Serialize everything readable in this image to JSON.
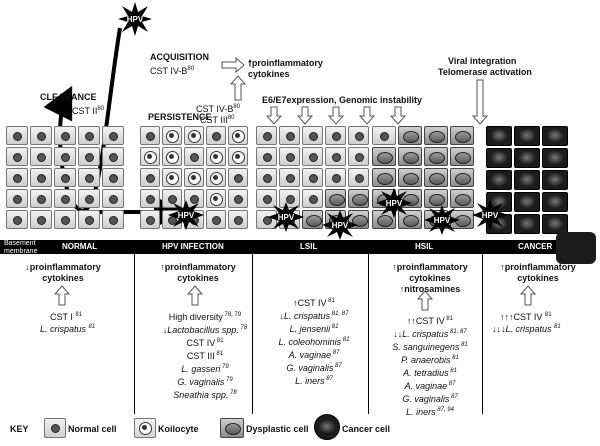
{
  "labels": {
    "hpv": "HPV",
    "acquisition": "ACQUISITION",
    "acq_cst": "CST IV-B",
    "acq_ref": "80",
    "acq_result": "proinflammatory cytokines",
    "clearance": "CLEARANCE",
    "clearance_cst": "CST II",
    "clearance_ref": "80",
    "persistence": "PERSISTENCE",
    "persist_cst1": "CST IV-B",
    "persist_ref1": "80",
    "persist_cst2": "CST III",
    "persist_ref2": "80",
    "e6e7": "E6/E7expression, Genomic instability",
    "viral_integration": "Viral integration",
    "telomerase": "Telomerase activation",
    "basement": "Basement membrane"
  },
  "sections": [
    {
      "name": "NORMAL"
    },
    {
      "name": "HPV INFECTION"
    },
    {
      "name": "LSIL"
    },
    {
      "name": "HSIL"
    },
    {
      "name": "CANCER"
    }
  ],
  "bottom": {
    "normal": {
      "cytokines": "proinflammatory cytokines",
      "l1": "CST I",
      "r1": "81",
      "l2": "L. crispatus",
      "r2": "81"
    },
    "infection": {
      "cytokines": "proinflammatory cytokines",
      "items": [
        {
          "t": "High diversity",
          "r": "78, 79"
        },
        {
          "t": "Lactobacillus spp.",
          "r": "78"
        },
        {
          "t": "CST IV",
          "r": "81"
        },
        {
          "t": "CST III",
          "r": "81"
        },
        {
          "t": "L. gasseri",
          "r": "79"
        },
        {
          "t": "G. vaginalis",
          "r": "79"
        },
        {
          "t": "Sneathia spp.",
          "r": "78"
        }
      ]
    },
    "lsil": {
      "items": [
        {
          "t": "CST IV",
          "r": "81"
        },
        {
          "t": "L. crispatus",
          "r": "81, 87"
        },
        {
          "t": "L. jensenii",
          "r": "81"
        },
        {
          "t": "L. coleohominis",
          "r": "81"
        },
        {
          "t": "A. vaginae",
          "r": "87"
        },
        {
          "t": "G. vaginalis",
          "r": "87"
        },
        {
          "t": "L. iners",
          "r": "87"
        }
      ]
    },
    "hsil": {
      "cytokines": "proinflammatory cytokines",
      "nitro": "nitrosamines",
      "items": [
        {
          "t": "CST IV",
          "r": "81"
        },
        {
          "t": "L. crispatus",
          "r": "81, 87"
        },
        {
          "t": "S. sanguinegens",
          "r": "81"
        },
        {
          "t": "P. anaerobis",
          "r": "81"
        },
        {
          "t": "A. tetradius",
          "r": "81"
        },
        {
          "t": "A. vaginae",
          "r": "87"
        },
        {
          "t": "G. vaginalis",
          "r": "87"
        },
        {
          "t": "L. iners",
          "r": "87, 94"
        }
      ]
    },
    "cancer": {
      "cytokines": "proinflammatory cytokines",
      "items": [
        {
          "t": "CST IV",
          "r": "81"
        },
        {
          "t": "L. crispatus",
          "r": "81"
        }
      ]
    }
  },
  "key": {
    "title": "KEY",
    "normal": "Normal cell",
    "koilocyte": "Koilocyte",
    "dysplastic": "Dysplastic cell",
    "cancer": "Cancer cell"
  }
}
